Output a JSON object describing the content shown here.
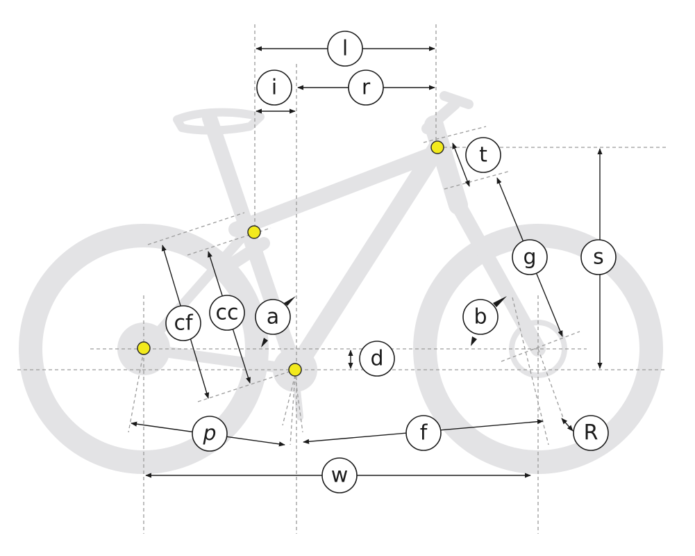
{
  "colors": {
    "bike_silhouette": "#e3e3e5",
    "guide_line": "#9a9a9a",
    "dimension_line": "#1a1a1a",
    "measure_point": "#f2ea1d"
  },
  "labels": {
    "l": "l",
    "i": "i",
    "r": "r",
    "t": "t",
    "g": "g",
    "s": "s",
    "cf": "cf",
    "cc": "cc",
    "a": "a",
    "b": "b",
    "d": "d",
    "p": "p",
    "f": "f",
    "R": "R",
    "w": "w"
  }
}
